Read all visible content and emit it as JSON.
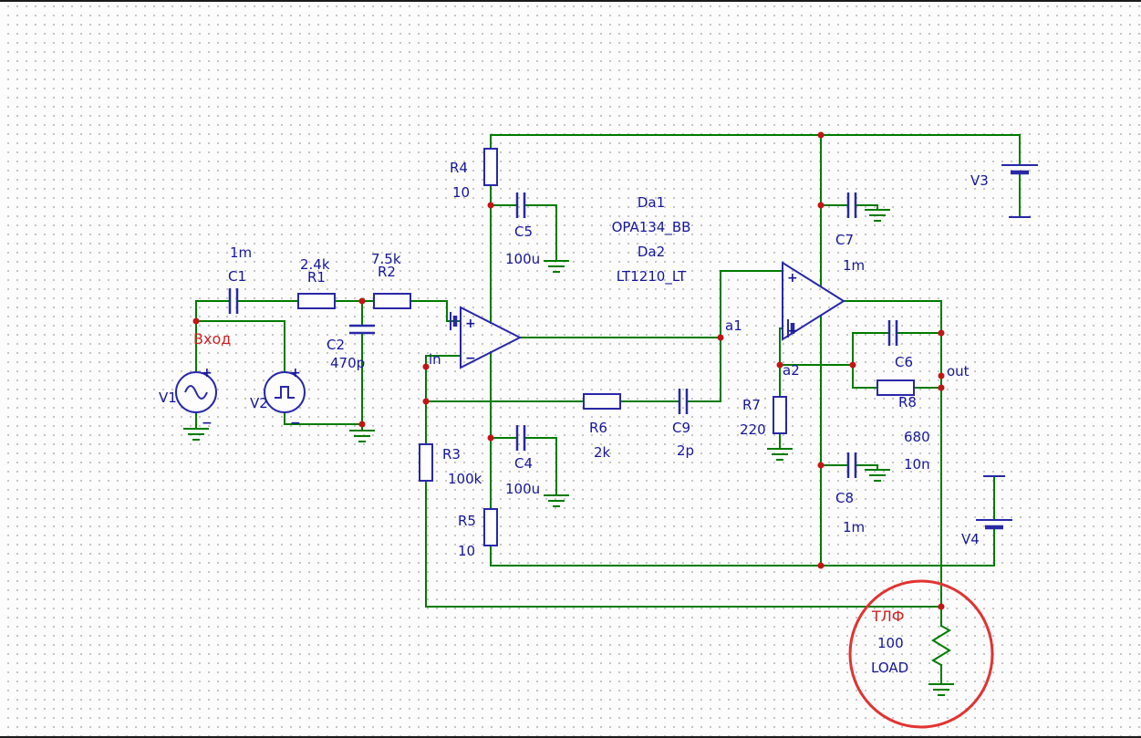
{
  "colors": {
    "background": "#fcfcfc",
    "grid_dot": "#c2c2c2",
    "wire_green": "#007b00",
    "component_blue": "#2828a8",
    "label_navy": "#16169c",
    "annotation_red": "#cf2222",
    "junction_dot_red": "#c41414",
    "highlight_circle_red": "#e23333"
  },
  "schematic": {
    "sources": {
      "v1": {
        "name": "V1"
      },
      "v2": {
        "name": "V2"
      },
      "v3": {
        "name": "V3"
      },
      "v4": {
        "name": "V4"
      }
    },
    "resistors": {
      "r1": {
        "name": "R1",
        "value": "2.4k"
      },
      "r2": {
        "name": "R2",
        "value": "7.5k"
      },
      "r3": {
        "name": "R3",
        "value": "100k"
      },
      "r4": {
        "name": "R4",
        "value": "10"
      },
      "r5": {
        "name": "R5",
        "value": "10"
      },
      "r6": {
        "name": "R6",
        "value": "2k"
      },
      "r7": {
        "name": "R7",
        "value": "220"
      },
      "r8": {
        "name": "R8",
        "value": "680"
      }
    },
    "capacitors": {
      "c1": {
        "name": "C1",
        "value": "1m"
      },
      "c2": {
        "name": "C2",
        "value": "470p"
      },
      "c4": {
        "name": "C4",
        "value": "100u"
      },
      "c5": {
        "name": "C5",
        "value": "100u"
      },
      "c6": {
        "name": "C6",
        "value": "10n"
      },
      "c7": {
        "name": "C7",
        "value": "1m"
      },
      "c8": {
        "name": "C8",
        "value": "1m"
      },
      "c9": {
        "name": "C9",
        "value": "2p"
      }
    },
    "opamps": {
      "da1": {
        "name": "Da1",
        "part": "OPA134_BB"
      },
      "da2": {
        "name": "Da2",
        "part": "LT1210_LT"
      }
    },
    "load": {
      "name": "LOAD",
      "value": "100"
    },
    "nodes": {
      "in": "in",
      "out": "out",
      "a1": "a1",
      "a2": "a2"
    },
    "annotations": {
      "input_label_ru": "Вход",
      "phone_label_ru": "ТЛФ"
    },
    "signs": {
      "plus": "+",
      "minus": "−"
    }
  }
}
